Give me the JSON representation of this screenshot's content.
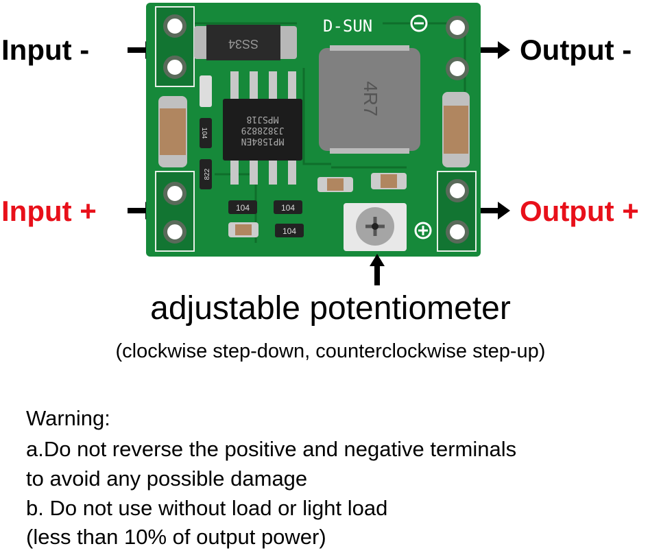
{
  "labels": {
    "input_neg": "Input -",
    "input_pos": "Input +",
    "output_neg": "Output -",
    "output_pos": "Output +"
  },
  "colors": {
    "positive": "#e8101a",
    "negative": "#000000",
    "pcb": "#16893a"
  },
  "pcb": {
    "brand": "D-SUN",
    "diode": "SS34",
    "ic_line1": "MP1584EN",
    "ic_line2": "J3828829",
    "ic_line3": "MPSJ18",
    "inductor": "4R7",
    "resistor_a": "104",
    "resistor_b": "822",
    "resistor_c": "104",
    "resistor_d": "104",
    "resistor_e": "104"
  },
  "potentiometer": {
    "title": "adjustable potentiometer",
    "note": "(clockwise step-down, counterclockwise step-up)"
  },
  "warning": {
    "heading": "Warning:",
    "line_a1": "a.Do not reverse the positive and negative terminals",
    "line_a2": "to avoid any possible damage",
    "line_b1": "b. Do not use without load or light load",
    "line_b2": "(less than 10% of output power)"
  }
}
